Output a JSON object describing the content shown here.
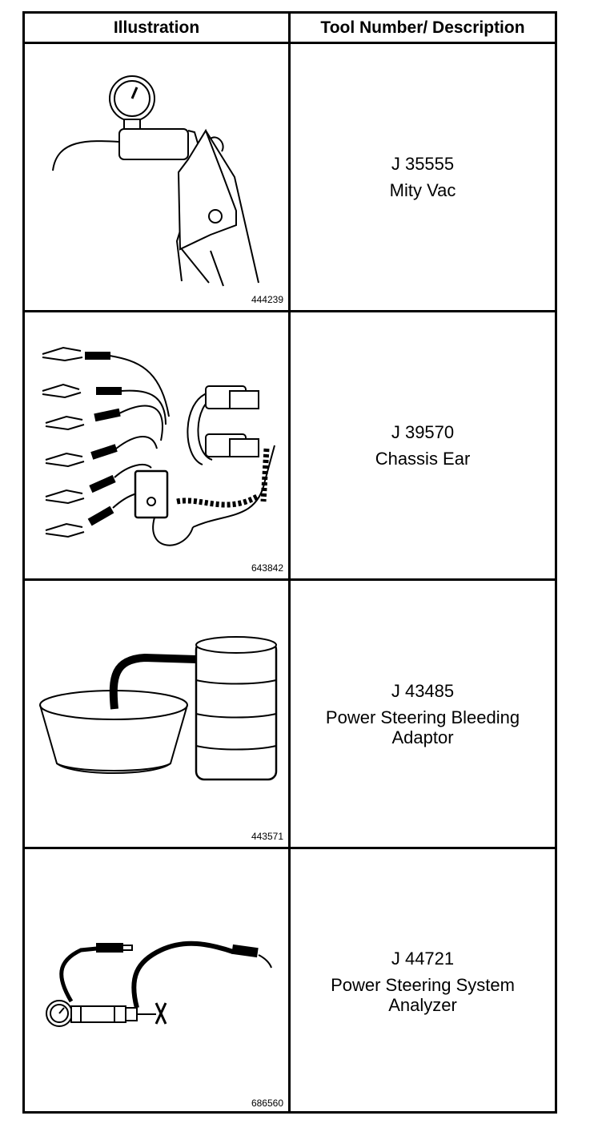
{
  "table": {
    "headers": {
      "illustration": "Illustration",
      "tool": "Tool Number/ Description"
    },
    "rows": [
      {
        "figure_id": "444239",
        "tool_number": "J 35555",
        "description": "Mity Vac",
        "icon": "vacuum-pump-icon"
      },
      {
        "figure_id": "643842",
        "tool_number": "J 39570",
        "description": "Chassis Ear",
        "icon": "chassis-ear-icon"
      },
      {
        "figure_id": "443571",
        "tool_number": "J 43485",
        "description": "Power Steering Bleeding Adaptor",
        "icon": "bleeding-adaptor-icon"
      },
      {
        "figure_id": "686560",
        "tool_number": "J 44721",
        "description": "Power Steering System Analyzer",
        "icon": "pressure-analyzer-icon"
      }
    ]
  }
}
